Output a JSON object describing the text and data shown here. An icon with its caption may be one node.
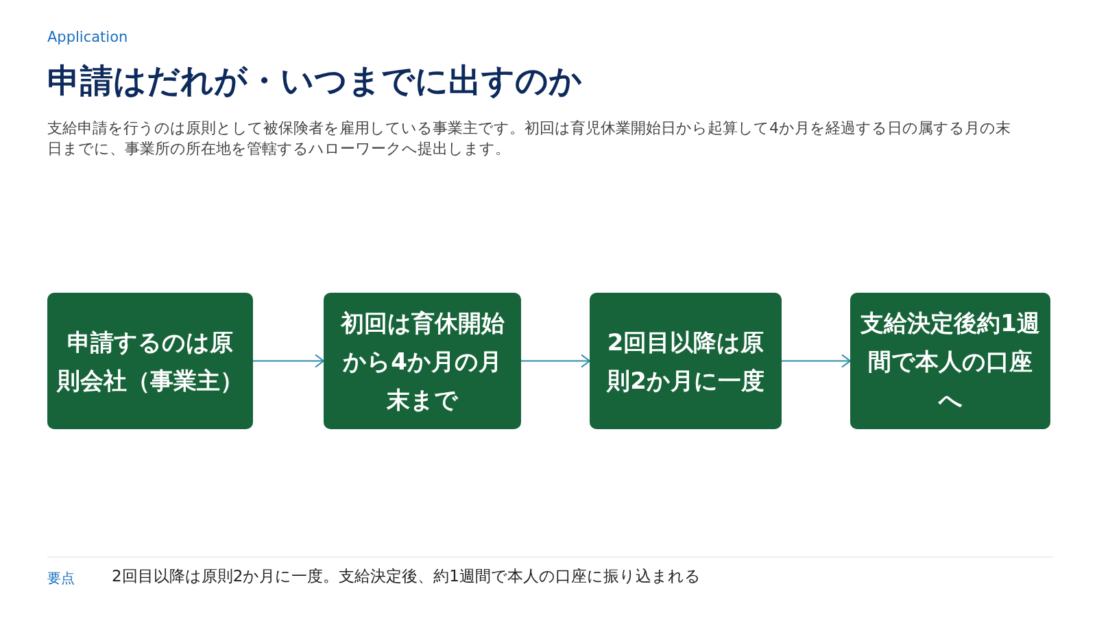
{
  "diagram": {
    "title": "申請はだれが・いつまでに出すのか",
    "nodes": [
      {
        "text": [
          "申請するのは原則会社（事業主）"
        ]
      },
      {
        "text": [
          "初回は育休開始から4か月の月末まで"
        ]
      },
      {
        "text": [
          "2回目以降は原則2か月に一度"
        ]
      },
      {
        "text": [
          "支給決定後約1週間で本人の口座へ"
        ]
      }
    ],
    "edges": [
      {
        "from": 0,
        "to": 1,
        "arrow": "to"
      },
      {
        "from": 1,
        "to": 2,
        "arrow": "to"
      },
      {
        "from": 2,
        "to": 3,
        "arrow": "to"
      }
    ],
    "labels": [
      "Application",
      "支給申請を行うのは原則として被保険者を雇用している事業主です。初回は育児休業開始日から起算して4か月を経過する日の属する月の末日までに、事業所の所在地を管轄するハローワークへ提出します。",
      "要点",
      "2回目以降は原則2か月に一度。支給決定後、約1週間で本人の口座に振り込まれる"
    ]
  }
}
